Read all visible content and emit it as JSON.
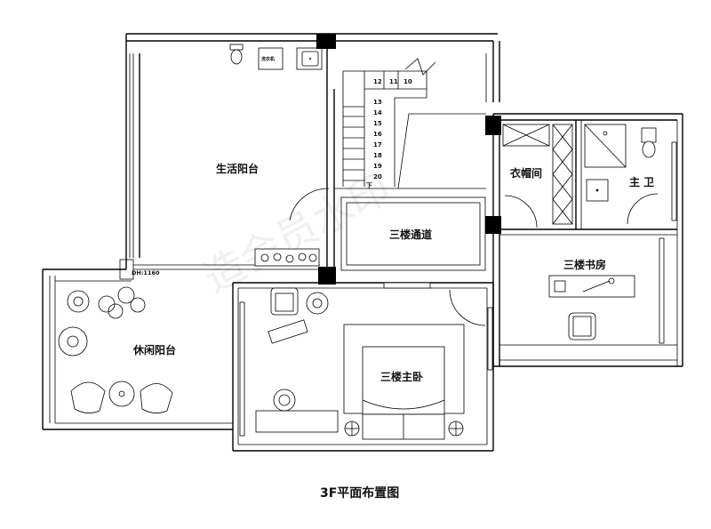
{
  "plan": {
    "title": "3F平面布置图",
    "watermark": "造会员水印",
    "rooms": {
      "life_balcony": "生活阳台",
      "corridor": "三楼通道",
      "cloakroom": "衣帽间",
      "master_bath": "主 卫",
      "study": "三楼书房",
      "leisure_balcony": "休闲阳台",
      "master_bedroom": "三楼主卧"
    },
    "dimension": "DH:1160",
    "stair_down_marker": "下",
    "stair_steps_top": [
      "12",
      "11",
      "10"
    ],
    "stair_steps_side": [
      "13",
      "14",
      "15",
      "16",
      "17",
      "18",
      "19",
      "20"
    ],
    "appliance": "洗衣机"
  }
}
